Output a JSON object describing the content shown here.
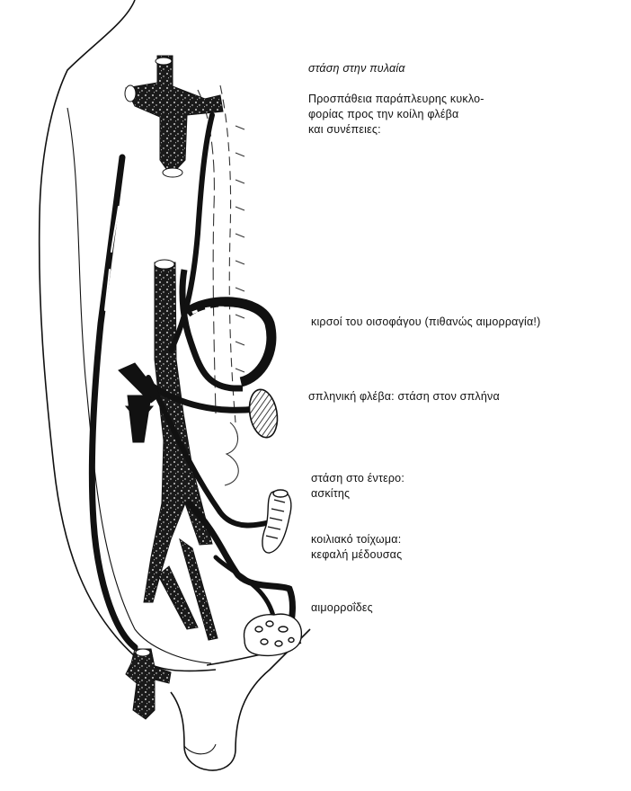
{
  "diagram": {
    "title": "στάση στην πυλαία",
    "intro": "Προσπάθεια παράπλευρης κυκλο-\nφορίας προς την κοίλη φλέβα\nκαι συνέπειες:",
    "annotations": {
      "esophageal_varices": "κιρσοί του οισοφάγου (πιθανώς αιμορραγία!)",
      "splenic_vein": "σπληνική φλέβα: στάση στον σπλήνα",
      "intestine": "στάση στο έντερο:\nασκίτης",
      "abdominal_wall": "κοιλιακό τοίχωμα:\nκεφαλή μέδουσας",
      "hemorrhoids": "αιμορροΐδες"
    }
  }
}
